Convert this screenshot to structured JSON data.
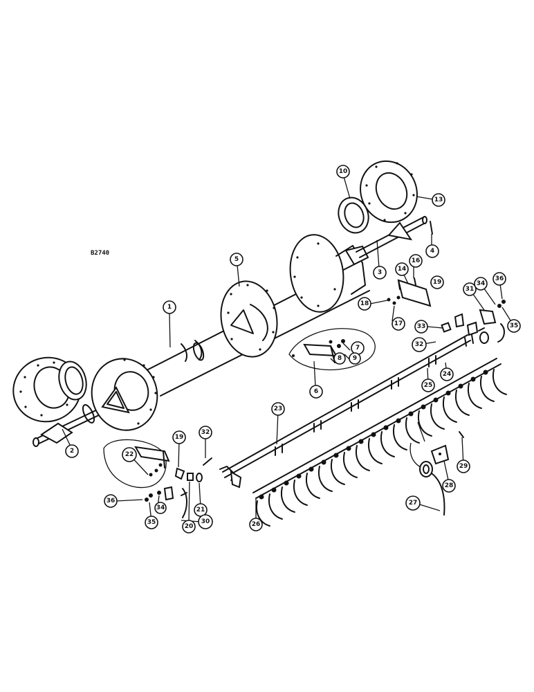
{
  "figure_code": "B2740",
  "callouts": [
    "1",
    "2",
    "3",
    "4",
    "5",
    "6",
    "7",
    "8",
    "9",
    "10",
    "13",
    "14",
    "16",
    "17",
    "18",
    "19",
    "20",
    "21",
    "22",
    "23",
    "24",
    "25",
    "26",
    "27",
    "28",
    "29",
    "30",
    "31",
    "32",
    "33",
    "34",
    "35",
    "36"
  ]
}
